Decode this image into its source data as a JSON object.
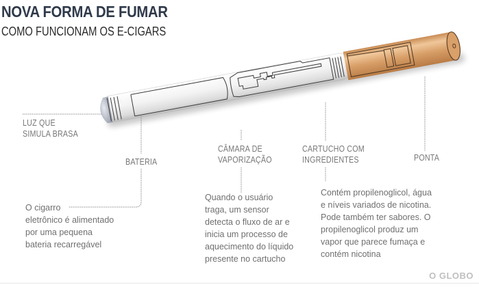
{
  "header": {
    "title": "NOVA FORMA DE FUMAR",
    "subtitle": "COMO FUNCIONAM OS E-CIGARS"
  },
  "labels": {
    "light": {
      "line1": "LUZ QUE",
      "line2": "SIMULA BRASA"
    },
    "battery": "BATERIA",
    "chamber": {
      "line1": "CÂMARA DE",
      "line2": "VAPORIZAÇÃO"
    },
    "cartridge": {
      "line1": "CARTUCHO COM",
      "line2": "INGREDIENTES"
    },
    "tip": "PONTA"
  },
  "descriptions": {
    "battery": [
      "O cigarro",
      "eletrônico é alimentado",
      "por uma pequena",
      "bateria recarregável"
    ],
    "chamber": [
      "Quando o usuário",
      "traga, um sensor",
      "detecta o fluxo de ar e",
      "inicia um processo de",
      "aquecimento do líquido",
      "presente no cartucho"
    ],
    "cartridge": [
      "Contém propilenoglicol, água",
      "e níveis variados de nicotina.",
      "Pode também ter sabores. O",
      "propilenoglicol produz um",
      "vapor que parece fumaça e",
      "contém nicotina"
    ]
  },
  "credit": "O GLOBO",
  "colors": {
    "title": "#2f3a4a",
    "filter_orange": "#d9a06a",
    "body_white": "#f2f2f2",
    "outline": "#3a3a3a",
    "leader_line": "#8a8a8a",
    "text_gray": "#6f6f6f"
  }
}
